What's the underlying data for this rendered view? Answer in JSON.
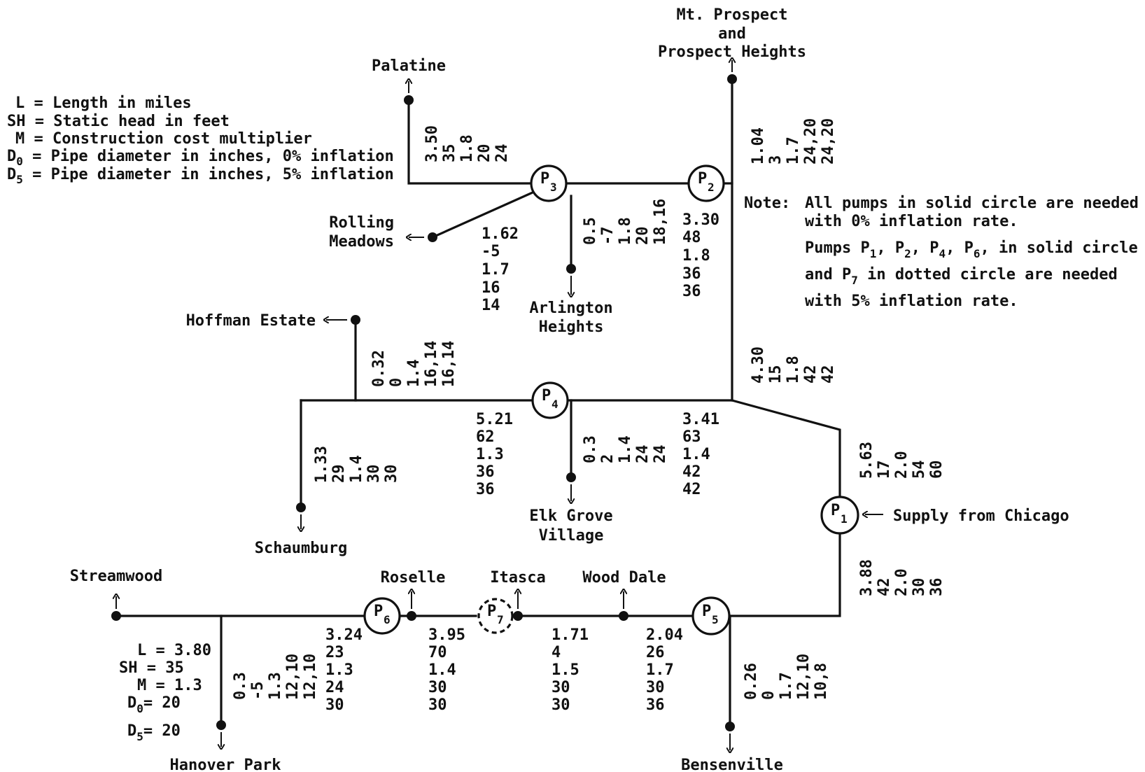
{
  "legend": {
    "lines": [
      {
        "sym": "L",
        "sub": "",
        "text": " = Length in miles"
      },
      {
        "sym": "SH",
        "sub": "",
        "text": " = Static head in feet"
      },
      {
        "sym": "M",
        "sub": "",
        "text": " = Construction cost multiplier"
      },
      {
        "sym": "D",
        "sub": "0",
        "text": " = Pipe diameter in inches, 0% inflation"
      },
      {
        "sym": "D",
        "sub": "5",
        "text": " = Pipe diameter in inches, 5% inflation"
      }
    ]
  },
  "note": {
    "head": "Note:",
    "line1": "All pumps in solid circle are needed",
    "line2": "with 0% inflation rate.",
    "line3_a": "Pumps P",
    "line3_s1": "1",
    "line3_b": ", P",
    "line3_s2": "2",
    "line3_c": ", P",
    "line3_s3": "4",
    "line3_d": ", P",
    "line3_s4": "6",
    "line3_e": ", in solid circle",
    "line4_a": "and P",
    "line4_s": "7",
    "line4_b": " in dotted circle are needed",
    "line5": "with 5% inflation rate."
  },
  "supply_label": "Supply from Chicago",
  "pumps": [
    {
      "letter": "P",
      "num": "1"
    },
    {
      "letter": "P",
      "num": "2"
    },
    {
      "letter": "P",
      "num": "3"
    },
    {
      "letter": "P",
      "num": "4"
    },
    {
      "letter": "P",
      "num": "5"
    },
    {
      "letter": "P",
      "num": "6"
    },
    {
      "letter": "P",
      "num": "7"
    }
  ],
  "towns": {
    "mt_prospect_1": "Mt. Prospect",
    "mt_prospect_2": "and",
    "mt_prospect_3": "Prospect Heights",
    "palatine": "Palatine",
    "rolling_1": "Rolling",
    "rolling_2": "Meadows",
    "arlington_1": "Arlington",
    "arlington_2": "Heights",
    "hoffman": "Hoffman Estate",
    "schaumburg": "Schaumburg",
    "elk_1": "Elk Grove",
    "elk_2": "Village",
    "streamwood": "Streamwood",
    "roselle": "Roselle",
    "itasca": "Itasca",
    "wood_dale": "Wood Dale",
    "hanover": "Hanover Park",
    "bensenville": "Bensenville"
  },
  "pipes": {
    "palatine": [
      "3.50",
      "35",
      "1.8",
      "20",
      "24"
    ],
    "mtprospect": [
      "1.04",
      "3",
      "1.7",
      "24,20",
      "24,20"
    ],
    "p3_p2": [
      "0.5",
      "-7",
      "1.8",
      "20",
      "18,16"
    ],
    "rolling": [
      "1.62",
      "-5",
      "1.7",
      "16",
      "14"
    ],
    "p2_down": [
      "3.30",
      "48",
      "1.8",
      "36",
      "36"
    ],
    "hoffman": [
      "0.32",
      "0",
      "1.4",
      "16,14",
      "16,14"
    ],
    "junction": [
      "4.30",
      "15",
      "1.8",
      "42",
      "42"
    ],
    "p4_west": [
      "5.21",
      "62",
      "1.3",
      "36",
      "36"
    ],
    "elk": [
      "0.3",
      "2",
      "1.4",
      "24",
      "24"
    ],
    "p4_east": [
      "3.41",
      "63",
      "1.4",
      "42",
      "42"
    ],
    "schaumburg": [
      "1.33",
      "29",
      "1.4",
      "30",
      "30"
    ],
    "p1_up": [
      "5.63",
      "17",
      "2.0",
      "54",
      "60"
    ],
    "p1_down": [
      "3.88",
      "42",
      "2.0",
      "30",
      "36"
    ],
    "p6_west": [
      "3.24",
      "23",
      "1.3",
      "24",
      "30"
    ],
    "p6_p7": [
      "3.95",
      "70",
      "1.4",
      "30",
      "30"
    ],
    "p7_wood": [
      "1.71",
      "4",
      "1.5",
      "30",
      "30"
    ],
    "wood_p5": [
      "2.04",
      "26",
      "1.7",
      "30",
      "36"
    ],
    "hanover": [
      "0.3",
      "-5",
      "1.3",
      "12,10",
      "12,10"
    ],
    "bensenville": [
      "0.26",
      "0",
      "1.7",
      "12,10",
      "10,8"
    ]
  },
  "streamwood_pipe": {
    "l": "L = 3.80",
    "sh": "SH = 35",
    "m": "M = 1.3",
    "d0_sym": "D",
    "d0_sub": "0",
    "d0_val": "= 20",
    "d5_sym": "D",
    "d5_sub": "5",
    "d5_val": "= 20"
  }
}
